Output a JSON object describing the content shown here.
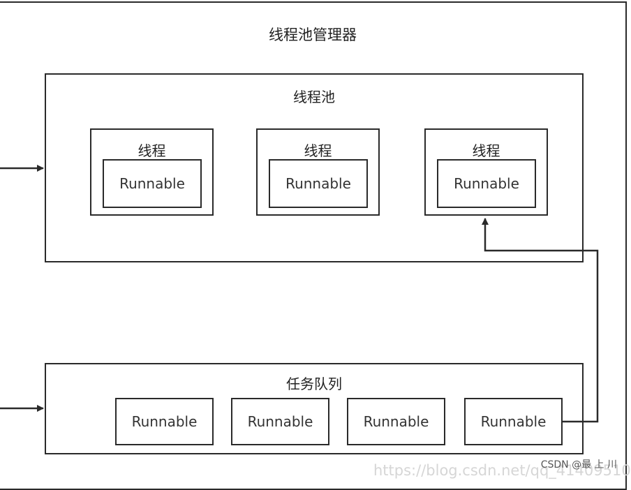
{
  "manager": {
    "title": "线程池管理器"
  },
  "pool": {
    "title": "线程池",
    "threads": [
      {
        "title": "线程",
        "task": "Runnable"
      },
      {
        "title": "线程",
        "task": "Runnable"
      },
      {
        "title": "线程",
        "task": "Runnable"
      }
    ]
  },
  "queue": {
    "title": "任务队列",
    "tasks": [
      "Runnable",
      "Runnable",
      "Runnable",
      "Runnable"
    ]
  },
  "watermark": {
    "url": "https://blog.csdn.net/qq_41409510",
    "credit": "CSDN @最 上 川"
  }
}
